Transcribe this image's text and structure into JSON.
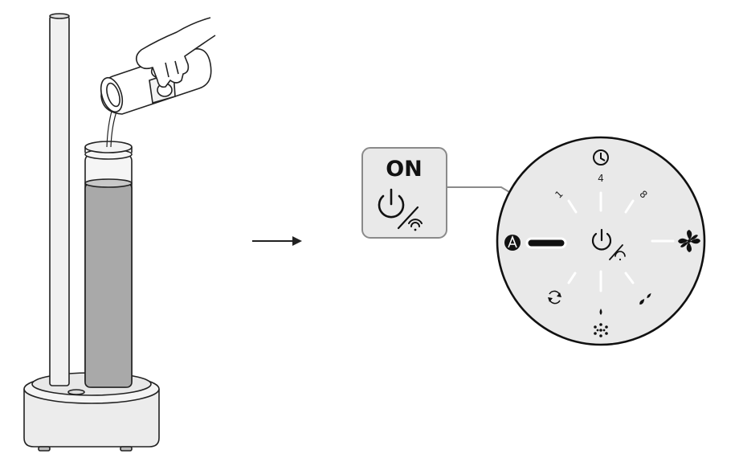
{
  "callout": {
    "on_label": "ON"
  },
  "dial": {
    "timer_value": "4",
    "level_low": "1",
    "level_high": "8"
  },
  "icons": {
    "power_wifi": "power-wifi-icon",
    "clock": "clock-icon",
    "fan": "fan-icon",
    "auto": "auto-mode-icon",
    "cycle": "cycle-icon",
    "humidity": "humidity-drops-icon",
    "purify": "purifier-dots-icon"
  },
  "colors": {
    "line": "#222222",
    "water": "#a9a9a9",
    "panel_fill": "#e9e9e9",
    "callout_stroke": "#8a8a8a"
  }
}
